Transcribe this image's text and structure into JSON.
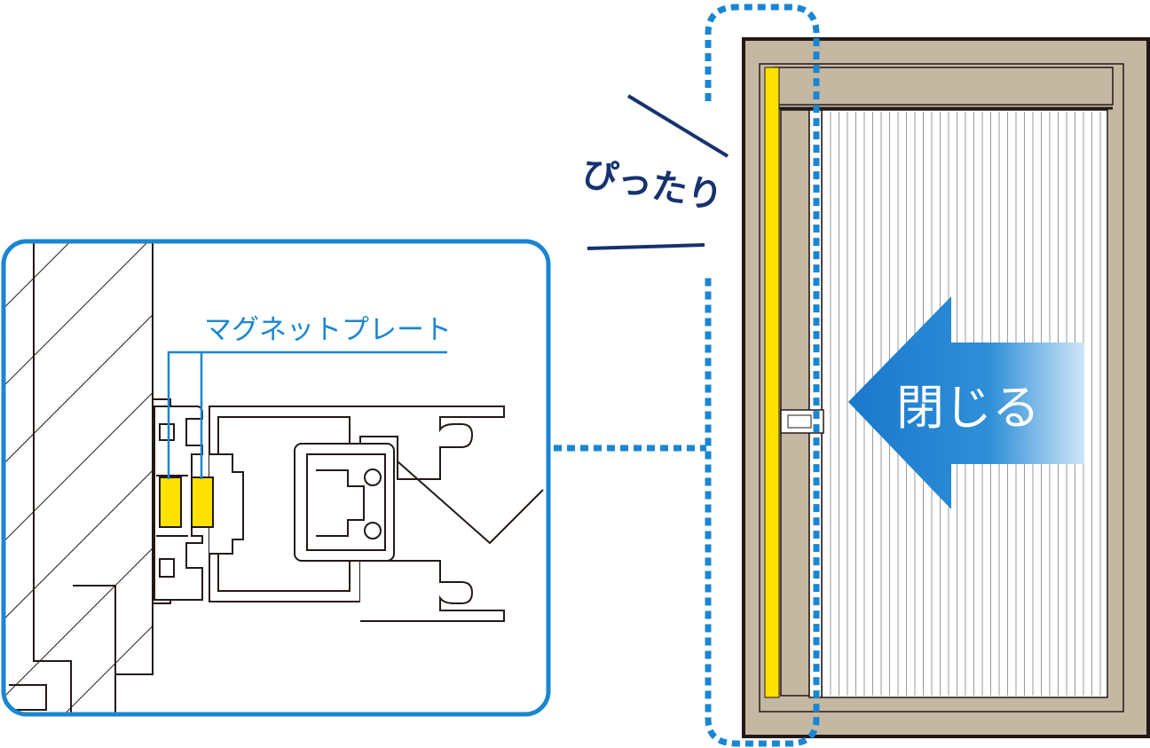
{
  "labels": {
    "magnet_plate": "マグネットプレート",
    "fit_tight": "ぴったり",
    "close_action": "閉じる"
  },
  "colors": {
    "accent_blue": "#1a86d2",
    "navy": "#16326e",
    "magnet_yellow": "#ffe100",
    "frame_beige": "#c5b8a3",
    "outline": "#231815"
  },
  "icons": {
    "direction_arrow": "left-arrow-icon"
  }
}
